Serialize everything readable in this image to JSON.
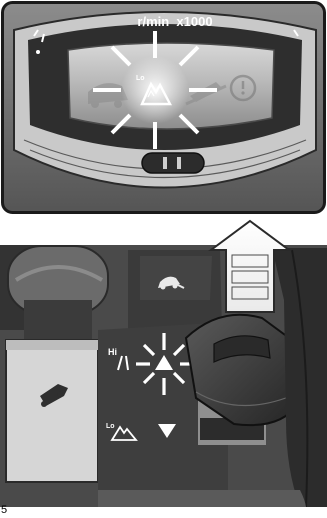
{
  "figure_number": "5",
  "instrument_cluster": {
    "tachometer_unit_label": "r/min  x1000",
    "low_range_warning_lamp": {
      "label": "Lo",
      "state": "illuminated",
      "color": "#ffffff"
    },
    "hill_descent_lamp": {
      "state": "off"
    },
    "stability_control_lamp": {
      "state": "off"
    }
  },
  "center_console": {
    "hill_descent_control_button_icon": "hill-descent-icon",
    "transfer_switch": {
      "high_range_label": "Hi",
      "low_range_label": "Lo",
      "up_indicator": "triangle-up",
      "down_indicator": "triangle-down",
      "up_indicator_state": "illuminated"
    },
    "gear_lever_direction_hint": "move-forward-arrow"
  },
  "colors": {
    "panel_dark": "#3d3d3d",
    "panel_mid": "#7a7a7a",
    "panel_light": "#d2d2d2",
    "glow": "#ffffff"
  }
}
